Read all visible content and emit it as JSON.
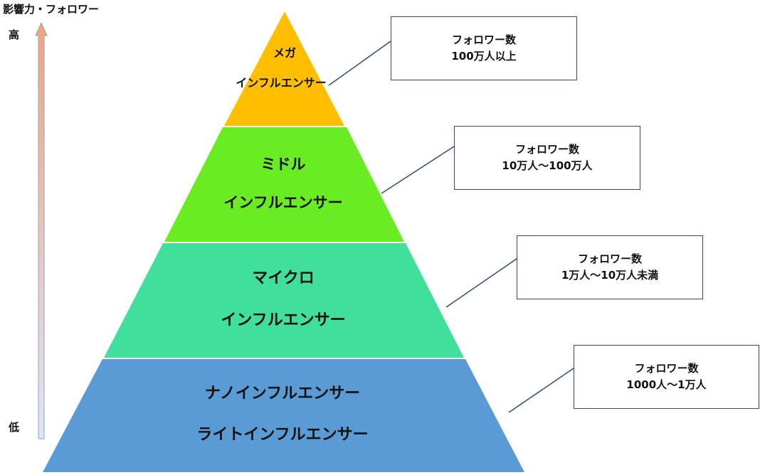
{
  "axis": {
    "title": "影響力・フォロワー",
    "high_label": "高",
    "low_label": "低",
    "arrow_colors": {
      "top": "#f0a577",
      "bottom": "#dfe5f5",
      "stroke": "#8aa3d4"
    }
  },
  "tiers": [
    {
      "name": "mega",
      "lines": [
        "メガ",
        "インフルエンサー"
      ],
      "color": "#ffbf00",
      "callout": {
        "line1": "フォロワー数",
        "line2": "100万人以上"
      }
    },
    {
      "name": "middle",
      "lines": [
        "ミドル",
        "インフルエンサー"
      ],
      "color": "#6aec22",
      "callout": {
        "line1": "フォロワー数",
        "line2": "10万人～100万人"
      }
    },
    {
      "name": "micro",
      "lines": [
        "マイクロ",
        "インフルエンサー"
      ],
      "color": "#40e09c",
      "callout": {
        "line1": "フォロワー数",
        "line2": "1万人～10万人未満"
      }
    },
    {
      "name": "nano",
      "lines": [
        "ナノインフルエンサー",
        "ライトインフルエンサー"
      ],
      "color": "#5b9bd5",
      "callout": {
        "line1": "フォロワー数",
        "line2": "1000人～1万人"
      }
    }
  ],
  "connector_color": "#2e4a85"
}
